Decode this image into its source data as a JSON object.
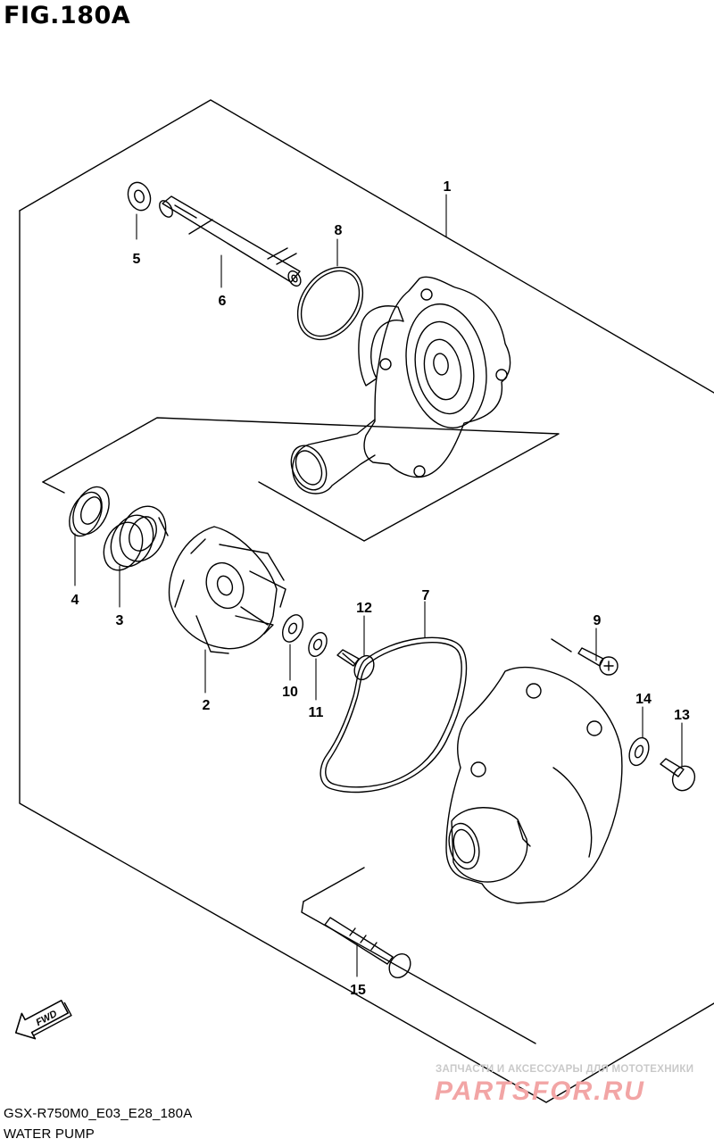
{
  "figure": {
    "title": "FIG.180A",
    "model_code": "GSX-R750M0_E03_E28_180A",
    "name": "WATER PUMP"
  },
  "direction_badge": "FWD",
  "watermark": {
    "tagline": "ЗАПЧАСТИ И АКСЕССУАРЫ ДЛЯ МОТОТЕХНИКИ",
    "brand": "PARTSFOR.RU"
  },
  "callouts": [
    "1",
    "2",
    "3",
    "4",
    "5",
    "6",
    "7",
    "8",
    "9",
    "10",
    "11",
    "12",
    "13",
    "14",
    "15"
  ],
  "colors": {
    "line": "#000000",
    "background": "#ffffff",
    "watermark": "#f2a5a5"
  }
}
